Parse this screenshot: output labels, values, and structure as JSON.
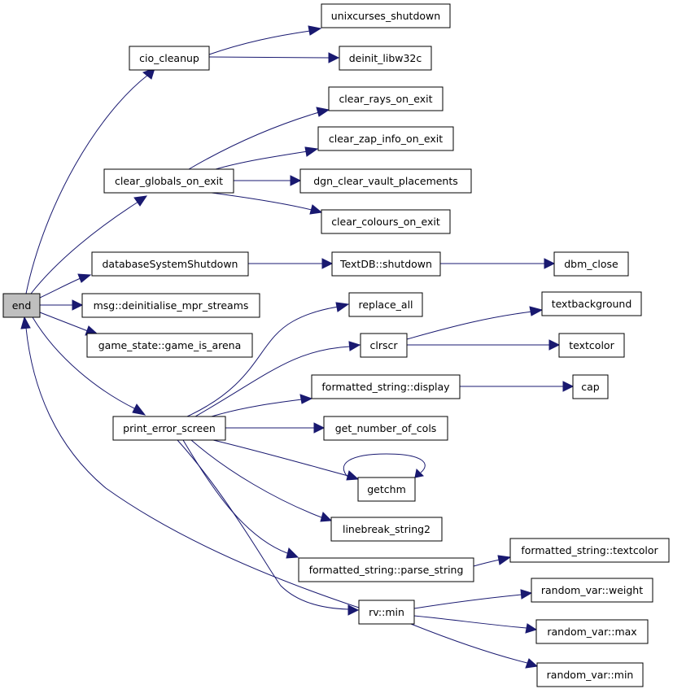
{
  "diagram": {
    "type": "call-graph",
    "colors": {
      "edge": "#191970",
      "root_fill": "#bfbfbf",
      "node_fill": "#ffffff",
      "node_border": "#000000"
    },
    "nodes": [
      {
        "id": "end",
        "label": "end",
        "root": true
      },
      {
        "id": "cio_cleanup",
        "label": "cio_cleanup"
      },
      {
        "id": "unixcurses_shutdown",
        "label": "unixcurses_shutdown"
      },
      {
        "id": "deinit_libw32c",
        "label": "deinit_libw32c"
      },
      {
        "id": "clear_globals_on_exit",
        "label": "clear_globals_on_exit"
      },
      {
        "id": "clear_rays_on_exit",
        "label": "clear_rays_on_exit"
      },
      {
        "id": "clear_zap_info_on_exit",
        "label": "clear_zap_info_on_exit"
      },
      {
        "id": "dgn_clear_vault_placements",
        "label": "dgn_clear_vault_placements"
      },
      {
        "id": "clear_colours_on_exit",
        "label": "clear_colours_on_exit"
      },
      {
        "id": "databaseSystemShutdown",
        "label": "databaseSystemShutdown"
      },
      {
        "id": "textdb_shutdown",
        "label": "TextDB::shutdown"
      },
      {
        "id": "dbm_close",
        "label": "dbm_close"
      },
      {
        "id": "msg_deinit",
        "label": "msg::deinitialise_mpr_streams"
      },
      {
        "id": "game_is_arena",
        "label": "game_state::game_is_arena"
      },
      {
        "id": "print_error_screen",
        "label": "print_error_screen"
      },
      {
        "id": "replace_all",
        "label": "replace_all"
      },
      {
        "id": "clrscr",
        "label": "clrscr"
      },
      {
        "id": "textbackground",
        "label": "textbackground"
      },
      {
        "id": "textcolor",
        "label": "textcolor"
      },
      {
        "id": "fs_display",
        "label": "formatted_string::display"
      },
      {
        "id": "cap",
        "label": "cap"
      },
      {
        "id": "get_number_of_cols",
        "label": "get_number_of_cols"
      },
      {
        "id": "getchm",
        "label": "getchm"
      },
      {
        "id": "linebreak_string2",
        "label": "linebreak_string2"
      },
      {
        "id": "fs_parse_string",
        "label": "formatted_string::parse_string"
      },
      {
        "id": "fs_textcolor",
        "label": "formatted_string::textcolor"
      },
      {
        "id": "rv_min",
        "label": "rv::min"
      },
      {
        "id": "rvar_weight",
        "label": "random_var::weight"
      },
      {
        "id": "rvar_max",
        "label": "random_var::max"
      },
      {
        "id": "rvar_min",
        "label": "random_var::min"
      }
    ],
    "edges": [
      {
        "from": "end",
        "to": "cio_cleanup"
      },
      {
        "from": "cio_cleanup",
        "to": "unixcurses_shutdown"
      },
      {
        "from": "cio_cleanup",
        "to": "deinit_libw32c"
      },
      {
        "from": "end",
        "to": "clear_globals_on_exit"
      },
      {
        "from": "clear_globals_on_exit",
        "to": "clear_rays_on_exit"
      },
      {
        "from": "clear_globals_on_exit",
        "to": "clear_zap_info_on_exit"
      },
      {
        "from": "clear_globals_on_exit",
        "to": "dgn_clear_vault_placements"
      },
      {
        "from": "clear_globals_on_exit",
        "to": "clear_colours_on_exit"
      },
      {
        "from": "end",
        "to": "databaseSystemShutdown"
      },
      {
        "from": "databaseSystemShutdown",
        "to": "textdb_shutdown"
      },
      {
        "from": "textdb_shutdown",
        "to": "dbm_close"
      },
      {
        "from": "end",
        "to": "msg_deinit"
      },
      {
        "from": "end",
        "to": "game_is_arena"
      },
      {
        "from": "end",
        "to": "print_error_screen"
      },
      {
        "from": "print_error_screen",
        "to": "replace_all"
      },
      {
        "from": "print_error_screen",
        "to": "clrscr"
      },
      {
        "from": "clrscr",
        "to": "textbackground"
      },
      {
        "from": "clrscr",
        "to": "textcolor"
      },
      {
        "from": "print_error_screen",
        "to": "fs_display"
      },
      {
        "from": "fs_display",
        "to": "cap"
      },
      {
        "from": "print_error_screen",
        "to": "get_number_of_cols"
      },
      {
        "from": "print_error_screen",
        "to": "getchm"
      },
      {
        "from": "getchm",
        "to": "getchm"
      },
      {
        "from": "print_error_screen",
        "to": "linebreak_string2"
      },
      {
        "from": "print_error_screen",
        "to": "fs_parse_string"
      },
      {
        "from": "fs_parse_string",
        "to": "fs_textcolor"
      },
      {
        "from": "print_error_screen",
        "to": "rv_min"
      },
      {
        "from": "rv_min",
        "to": "end"
      },
      {
        "from": "rv_min",
        "to": "rvar_weight"
      },
      {
        "from": "rv_min",
        "to": "rvar_max"
      },
      {
        "from": "rv_min",
        "to": "rvar_min"
      }
    ]
  }
}
